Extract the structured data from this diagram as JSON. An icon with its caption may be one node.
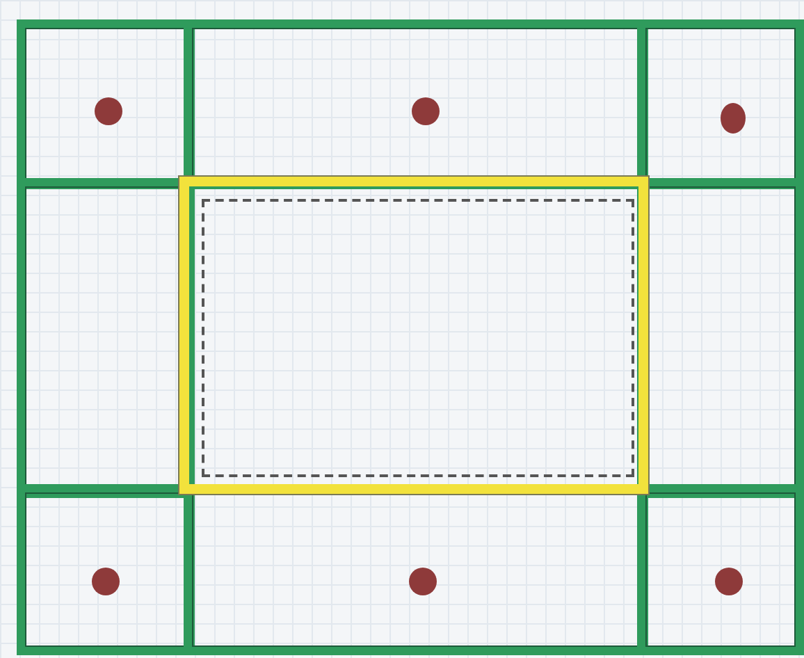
{
  "diagram": {
    "nodes": [
      {
        "text": [],
        "shape": "box"
      },
      {
        "text": [],
        "shape": "circle",
        "in": 0
      },
      {
        "text": [],
        "shape": "box"
      },
      {
        "text": [],
        "shape": "circle",
        "in": 2
      },
      {
        "text": [],
        "shape": "box"
      },
      {
        "text": [],
        "shape": "circle",
        "in": 4
      },
      {
        "text": [],
        "shape": "box"
      },
      {
        "text": [],
        "shape": "box"
      },
      {
        "text": [],
        "shape": "box",
        "in": 7
      },
      {
        "text": [],
        "shape": "box"
      },
      {
        "text": [],
        "shape": "box"
      },
      {
        "text": [],
        "shape": "circle",
        "in": 10
      },
      {
        "text": [],
        "shape": "box"
      },
      {
        "text": [],
        "shape": "circle",
        "in": 12
      },
      {
        "text": [],
        "shape": "box"
      },
      {
        "text": [],
        "shape": "circle",
        "in": 14
      }
    ]
  }
}
